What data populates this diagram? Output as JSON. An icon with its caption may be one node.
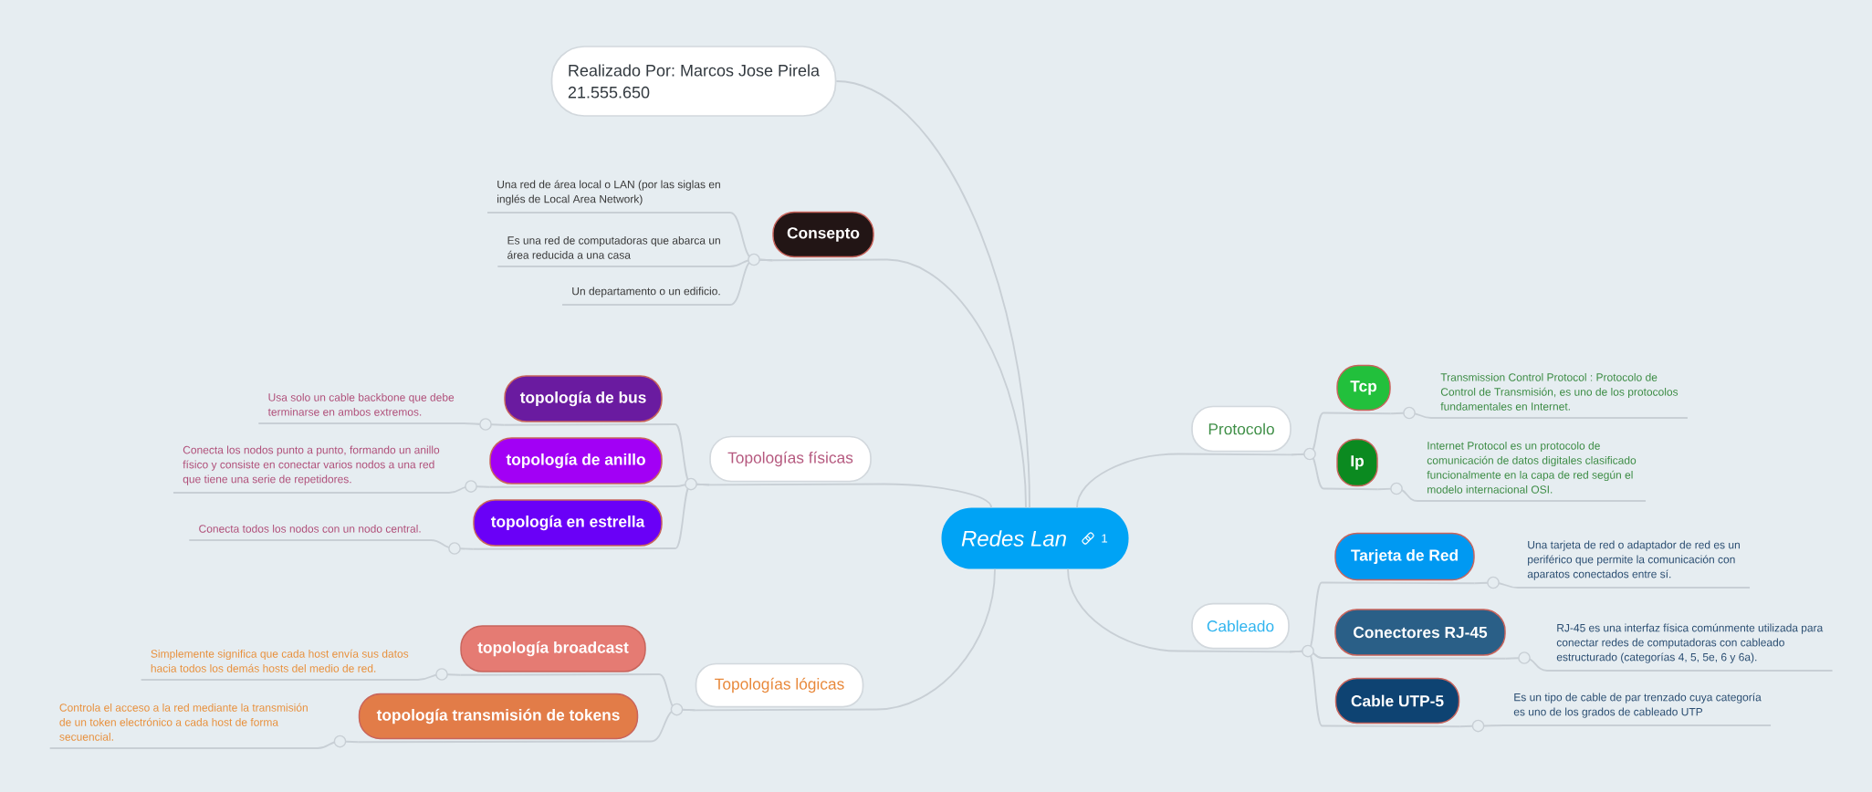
{
  "diagram": {
    "nodes": [
      {
        "text": [
          "Redes Lan",
          "1"
        ]
      },
      {
        "text": [
          "Realizado Por: Marcos Jose Pirela 21.555.650"
        ]
      },
      {
        "text": [
          "Consepto"
        ]
      },
      {
        "text": [
          "Una red de área local o LAN (por las siglas en inglés de Local Area Network)"
        ]
      },
      {
        "text": [
          "Es una red de computadoras que abarca un área reducida a una casa"
        ]
      },
      {
        "text": [
          "Un departamento o un edificio."
        ]
      },
      {
        "text": [
          "Topologías físicas"
        ]
      },
      {
        "text": [
          "topología de bus"
        ]
      },
      {
        "text": [
          "Usa solo un cable backbone que debe terminarse en ambos extremos."
        ]
      },
      {
        "text": [
          "topología de anillo"
        ]
      },
      {
        "text": [
          "Conecta los nodos punto a punto, formando un anillo físico y consiste en conectar varios nodos a una red que tiene una serie de repetidores."
        ]
      },
      {
        "text": [
          "topología en estrella"
        ]
      },
      {
        "text": [
          "Conecta todos los nodos con un nodo central."
        ]
      },
      {
        "text": [
          "Topologías lógicas"
        ]
      },
      {
        "text": [
          "topología broadcast"
        ]
      },
      {
        "text": [
          "Simplemente significa que cada host envía sus datos hacia todos los demás hosts del medio de red."
        ]
      },
      {
        "text": [
          "topología transmisión de tokens"
        ]
      },
      {
        "text": [
          "Controla el acceso a la red mediante la transmisión de un token electrónico a cada host de forma secuencial."
        ]
      },
      {
        "text": [
          "Protocolo"
        ]
      },
      {
        "text": [
          "Tcp"
        ]
      },
      {
        "text": [
          "Transmission Control Protocol : Protocolo de Control de Transmisión, es uno de los protocolos fundamentales en Internet."
        ]
      },
      {
        "text": [
          "Ip"
        ]
      },
      {
        "text": [
          "Internet Protocol es un protocolo de comunicación de datos digitales clasificado funcionalmente en la capa de red según el modelo internacional OSI."
        ]
      },
      {
        "text": [
          "Cableado"
        ]
      },
      {
        "text": [
          "Tarjeta de Red"
        ]
      },
      {
        "text": [
          "Una tarjeta de red o adaptador de red es un periférico que permite la comunicación con aparatos conectados entre sí."
        ]
      },
      {
        "text": [
          "Conectores RJ-45"
        ]
      },
      {
        "text": [
          "RJ-45 es una interfaz física comúnmente utilizada para conectar redes de computadoras con cableado estructurado (categorías 4, 5, 5e, 6 y 6a)."
        ]
      },
      {
        "text": [
          "Cable UTP-5"
        ]
      },
      {
        "text": [
          "Es un tipo de cable de par trenzado cuya categoría es uno de los grados de cableado UTP"
        ]
      }
    ],
    "edges": [
      {
        "from": 0,
        "to": 1,
        "arrow": "none"
      },
      {
        "from": 0,
        "to": 2,
        "arrow": "none"
      },
      {
        "from": 2,
        "to": 3,
        "arrow": "none"
      },
      {
        "from": 2,
        "to": 4,
        "arrow": "none"
      },
      {
        "from": 2,
        "to": 5,
        "arrow": "none"
      },
      {
        "from": 0,
        "to": 6,
        "arrow": "none"
      },
      {
        "from": 6,
        "to": 7,
        "arrow": "none"
      },
      {
        "from": 7,
        "to": 8,
        "arrow": "none"
      },
      {
        "from": 6,
        "to": 9,
        "arrow": "none"
      },
      {
        "from": 9,
        "to": 10,
        "arrow": "none"
      },
      {
        "from": 6,
        "to": 11,
        "arrow": "none"
      },
      {
        "from": 11,
        "to": 12,
        "arrow": "none"
      },
      {
        "from": 0,
        "to": 13,
        "arrow": "none"
      },
      {
        "from": 13,
        "to": 14,
        "arrow": "none"
      },
      {
        "from": 14,
        "to": 15,
        "arrow": "none"
      },
      {
        "from": 13,
        "to": 16,
        "arrow": "none"
      },
      {
        "from": 16,
        "to": 17,
        "arrow": "none"
      },
      {
        "from": 0,
        "to": 18,
        "arrow": "none"
      },
      {
        "from": 18,
        "to": 19,
        "arrow": "none"
      },
      {
        "from": 19,
        "to": 20,
        "arrow": "none"
      },
      {
        "from": 18,
        "to": 21,
        "arrow": "none"
      },
      {
        "from": 21,
        "to": 22,
        "arrow": "none"
      },
      {
        "from": 0,
        "to": 23,
        "arrow": "none"
      },
      {
        "from": 23,
        "to": 24,
        "arrow": "none"
      },
      {
        "from": 24,
        "to": 25,
        "arrow": "none"
      },
      {
        "from": 23,
        "to": 26,
        "arrow": "none"
      },
      {
        "from": 26,
        "to": 27,
        "arrow": "none"
      },
      {
        "from": 23,
        "to": 28,
        "arrow": "none"
      },
      {
        "from": 28,
        "to": 29,
        "arrow": "none"
      }
    ]
  }
}
